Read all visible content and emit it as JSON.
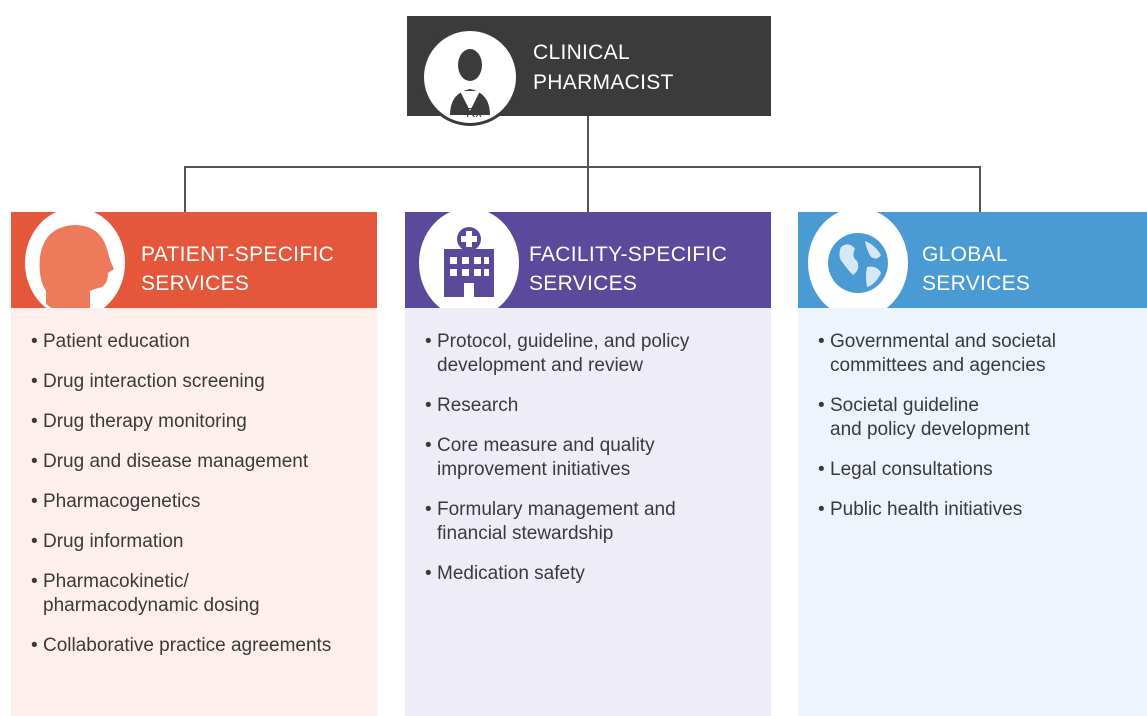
{
  "top": {
    "title": "CLINICAL\nPHARMACIST",
    "icon_label": "Rx"
  },
  "columns": [
    {
      "id": "patient",
      "title": "PATIENT-SPECIFIC\nSERVICES",
      "icon": "head-silhouette-icon",
      "header_color": "#e4573a",
      "panel_color": "#fdf0ec",
      "items": [
        "Patient education",
        "Drug interaction screening",
        "Drug therapy monitoring",
        "Drug and disease management",
        "Pharmacogenetics",
        "Drug information",
        "Pharmacokinetic/\npharmacodynamic dosing",
        "Collaborative practice agreements"
      ]
    },
    {
      "id": "facility",
      "title": "FACILITY-SPECIFIC\nSERVICES",
      "icon": "hospital-building-icon",
      "header_color": "#5b4a9b",
      "panel_color": "#eeecf6",
      "items": [
        "Protocol, guideline, and policy\ndevelopment and review",
        "Research",
        "Core measure and quality\nimprovement initiatives",
        "Formulary management and\nfinancial stewardship",
        "Medication safety"
      ]
    },
    {
      "id": "global",
      "title": "GLOBAL\nSERVICES",
      "icon": "globe-icon",
      "header_color": "#4a9ad4",
      "panel_color": "#edf4fb",
      "items": [
        "Governmental and societal\ncommittees and agencies",
        "Societal guideline\nand policy development",
        "Legal consultations",
        "Public health initiatives"
      ]
    }
  ]
}
